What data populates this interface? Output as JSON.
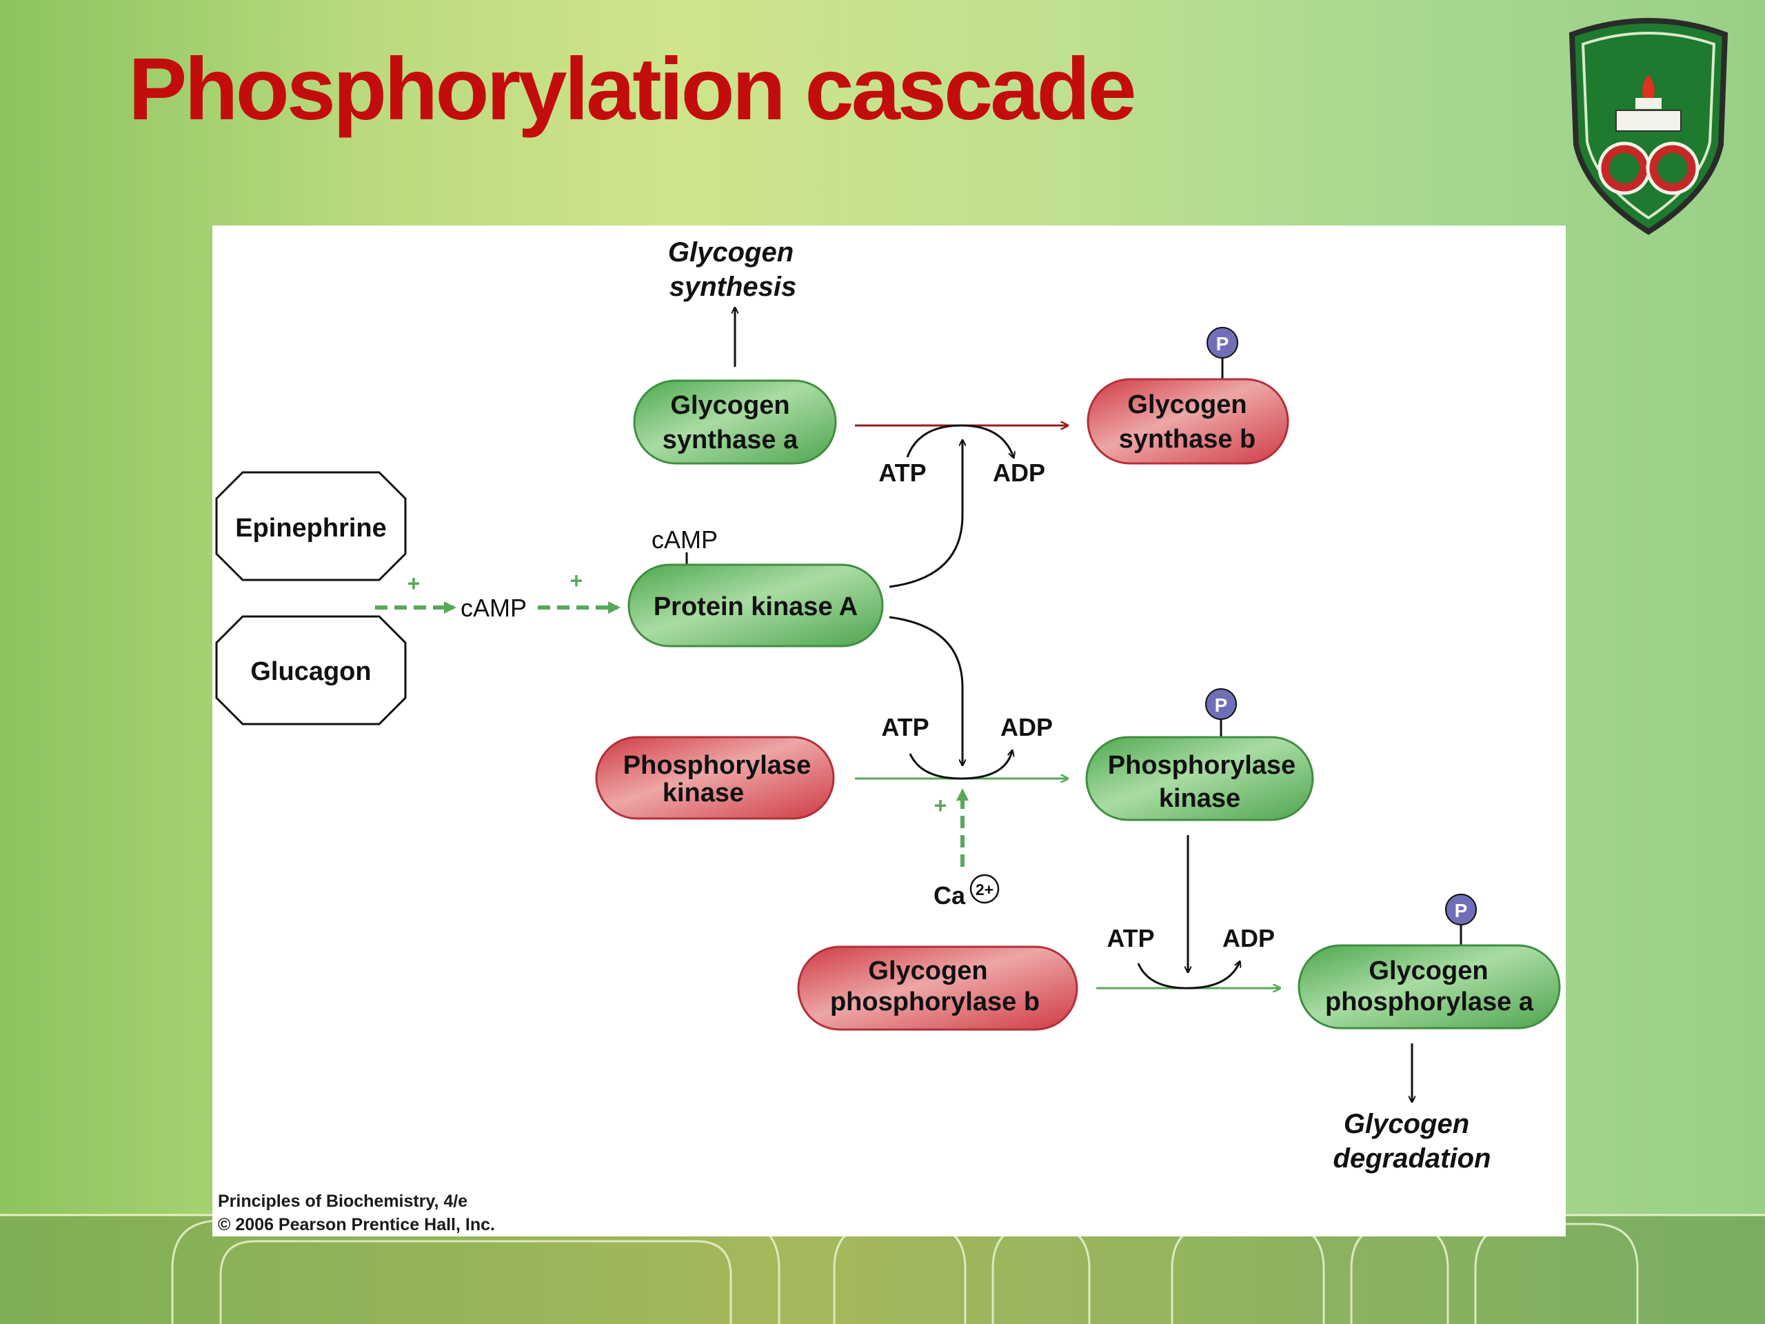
{
  "slide": {
    "title": "Phosphorylation cascade"
  },
  "diagram": {
    "hormones": [
      "Epinephrine",
      "Glucagon"
    ],
    "camp_label": "cAMP",
    "camp_input_label": "cAMP",
    "plus_sign": "+",
    "protein_kinase_a": "Protein kinase A",
    "glycogen_synthase_a": [
      "Glycogen",
      "synthase a"
    ],
    "glycogen_synthase_b": [
      "Glycogen",
      "synthase b"
    ],
    "glycogen_synthesis": [
      "Glycogen",
      "synthesis"
    ],
    "phosphorylase_kinase_inactive": [
      "Phosphorylase",
      "kinase"
    ],
    "phosphorylase_kinase_active": [
      "Phosphorylase",
      "kinase"
    ],
    "glycogen_phosphorylase_b": [
      "Glycogen",
      "phosphorylase b"
    ],
    "glycogen_phosphorylase_a": [
      "Glycogen",
      "phosphorylase a"
    ],
    "glycogen_degradation": [
      "Glycogen",
      "degradation"
    ],
    "atp": "ATP",
    "adp": "ADP",
    "phosphate": "P",
    "calcium": "Ca",
    "calcium_charge": "2+"
  },
  "credit": {
    "line1": "Principles of Biochemistry, 4/e",
    "line2": "© 2006 Pearson Prentice Hall, Inc."
  },
  "colors": {
    "title": "#c30d0d",
    "active_enzyme": "#5cb85c",
    "inactive_enzyme": "#d9535b",
    "dashed_arrow": "#58a85a",
    "phosphate": "#6f6fb8",
    "red_arrow": "#9b1c1c"
  }
}
